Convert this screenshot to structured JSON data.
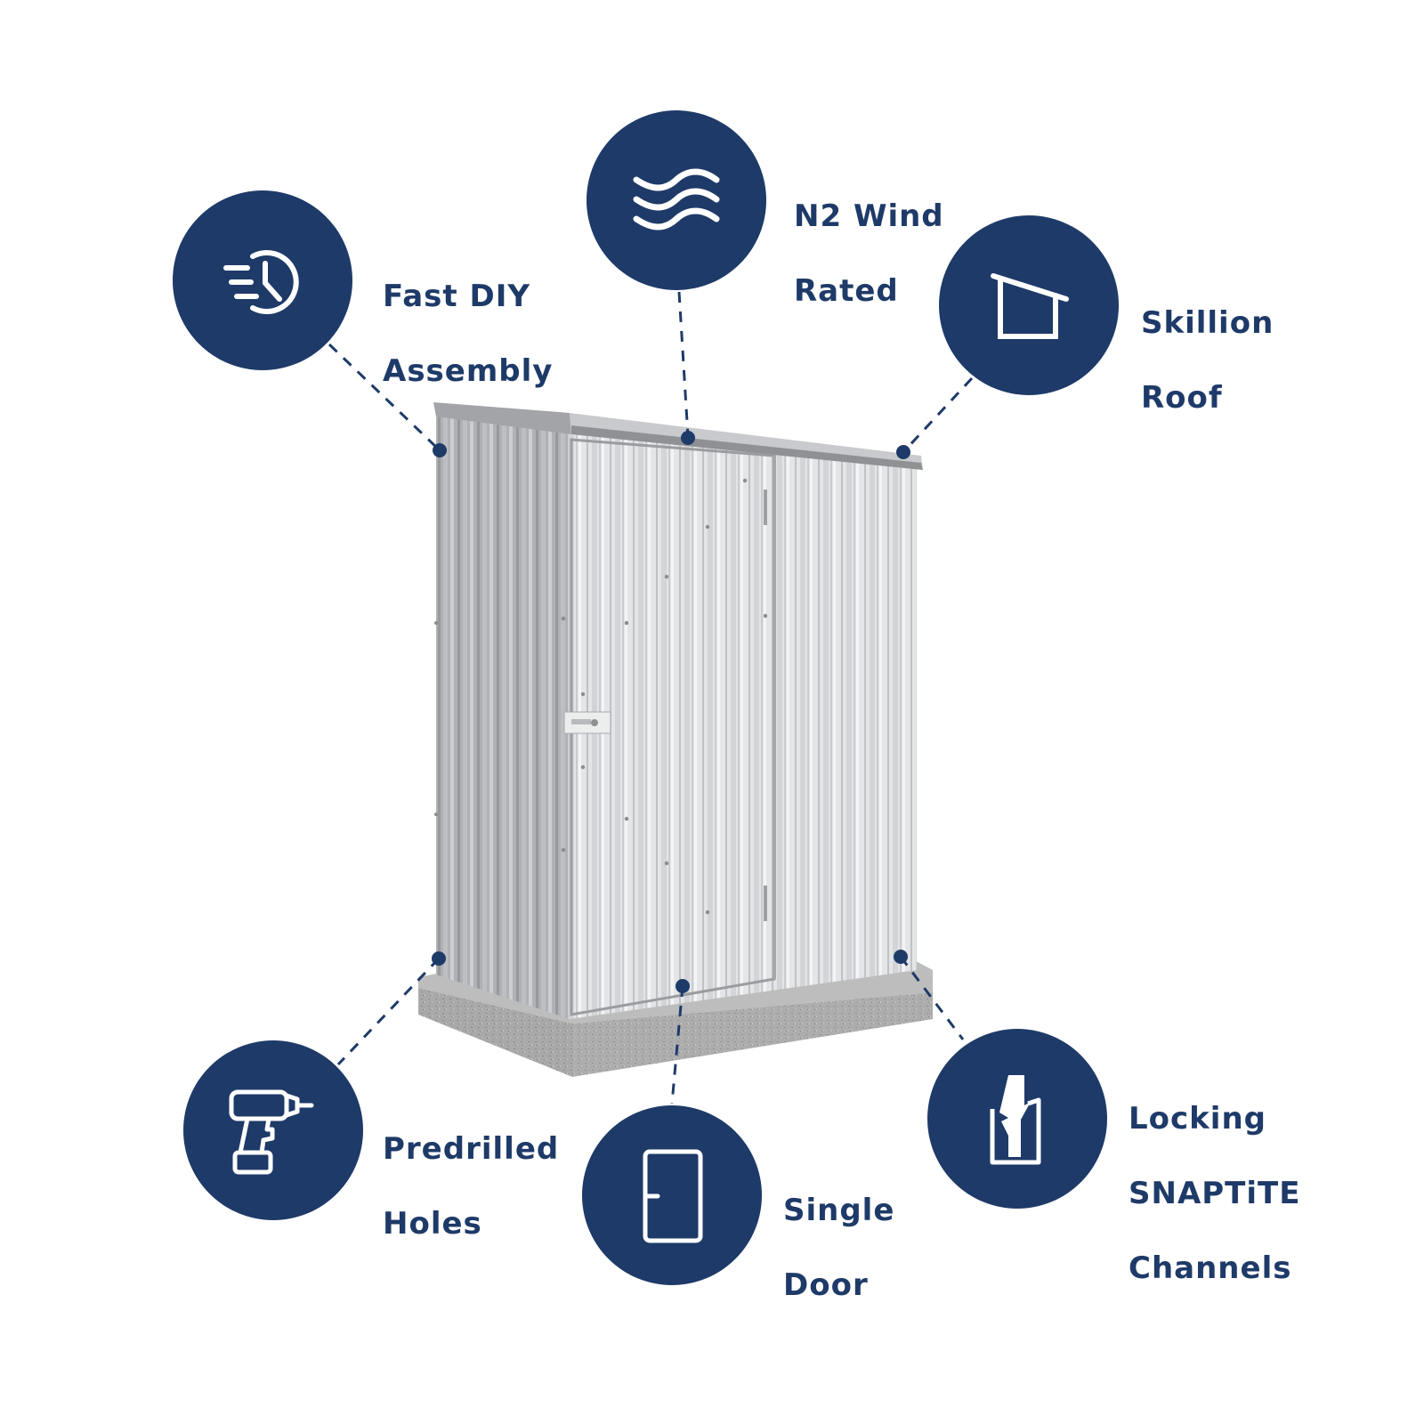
{
  "colors": {
    "brand_navy": "#1e3a68",
    "background": "#ffffff",
    "shed_metal_light": "#e2e3e5",
    "shed_metal_mid": "#c4c6c9",
    "shed_metal_dark": "#a9abaf",
    "concrete_base": "#a7a7a7"
  },
  "product": {
    "description": "Single-door skillion-roof metal garden shed on a concrete slab, zinc finish"
  },
  "features": [
    {
      "id": "fast-diy-assembly",
      "line1": "Fast DIY",
      "line2": "Assembly",
      "icon": "fast-clock-icon",
      "anchor": "top-left-corner"
    },
    {
      "id": "n2-wind-rated",
      "line1": "N2 Wind",
      "line2": "Rated",
      "icon": "wind-waves-icon",
      "anchor": "roof-front-edge"
    },
    {
      "id": "skillion-roof",
      "line1": "Skillion",
      "line2": "Roof",
      "icon": "skillion-house-icon",
      "anchor": "roof-right-corner"
    },
    {
      "id": "predrilled-holes",
      "line1": "Predrilled",
      "line2": "Holes",
      "icon": "drill-icon",
      "anchor": "bottom-left-corner"
    },
    {
      "id": "single-door",
      "line1": "Single",
      "line2": "Door",
      "icon": "door-icon",
      "anchor": "door-bottom"
    },
    {
      "id": "locking-snaptite-channels",
      "line1": "Locking",
      "line2": "SNAPTiTE",
      "line3": "Channels",
      "icon": "snaptite-channel-icon",
      "anchor": "bottom-right-corner"
    }
  ]
}
